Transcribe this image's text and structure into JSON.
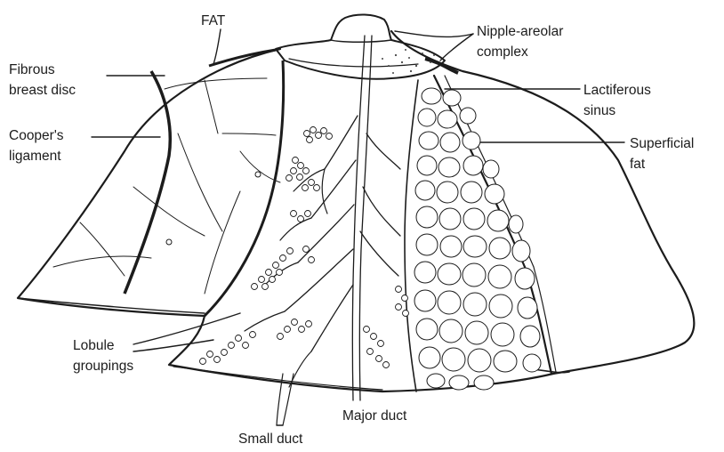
{
  "diagram": {
    "labels": {
      "fat": "FAT",
      "fibrous_breast_disc": [
        "Fibrous",
        "breast disc"
      ],
      "coopers_ligament": [
        "Cooper's",
        "ligament"
      ],
      "nipple_areolar_complex": [
        "Nipple-areolar",
        "complex"
      ],
      "lactiferous_sinus": [
        "Lactiferous",
        "sinus"
      ],
      "superficial_fat": [
        "Superficial",
        "fat"
      ],
      "lobule_groupings": [
        "Lobule",
        "groupings"
      ],
      "major_duct": "Major duct",
      "small_duct": "Small duct"
    }
  }
}
